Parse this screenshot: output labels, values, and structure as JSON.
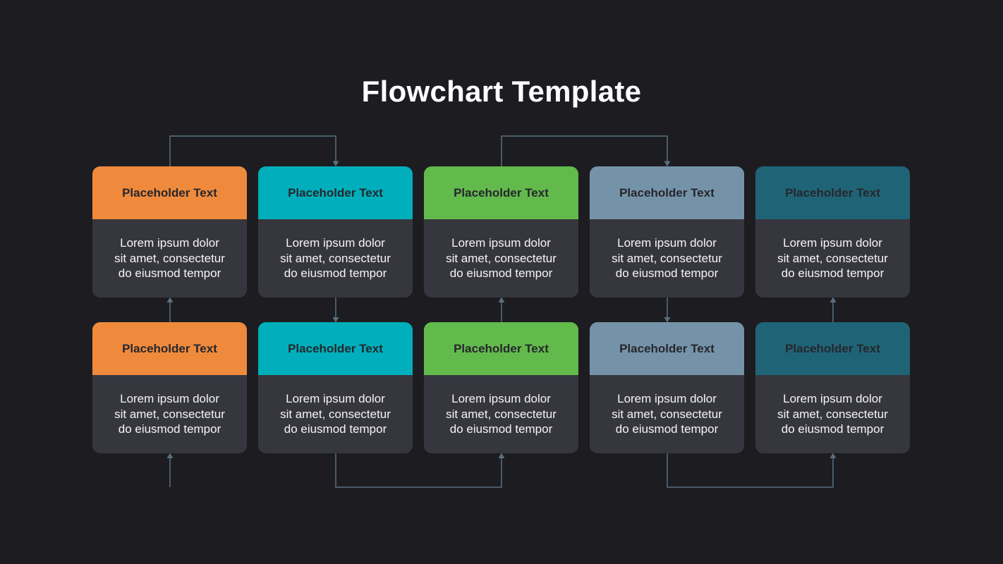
{
  "slide": {
    "title": "Flowchart Template"
  },
  "colors": {
    "background": "#1C1C21",
    "title_text": "#FFFFFF",
    "card_body_bg": "#36363E",
    "card_body_text": "#F5F5F7",
    "card_header_text": "#26262C",
    "connector": "#5A7080",
    "palette_orange": "#EF8A3D",
    "palette_teal": "#00AFBB",
    "palette_green": "#62BA4C",
    "palette_slate_blue": "#7593A8",
    "palette_dark_teal": "#1F6476"
  },
  "cards": [
    {
      "title": "Placeholder Text",
      "header_color": "#EF8A3D",
      "lines": [
        "Lorem ipsum dolor",
        "sit amet, consectetur",
        "do eiusmod tempor"
      ]
    },
    {
      "title": "Placeholder Text",
      "header_color": "#00AFBB",
      "lines": [
        "Lorem ipsum dolor",
        "sit amet, consectetur",
        "do eiusmod tempor"
      ]
    },
    {
      "title": "Placeholder Text",
      "header_color": "#62BA4C",
      "lines": [
        "Lorem ipsum dolor",
        "sit amet, consectetur",
        "do eiusmod tempor"
      ]
    },
    {
      "title": "Placeholder Text",
      "header_color": "#7593A8",
      "lines": [
        "Lorem ipsum dolor",
        "sit amet, consectetur",
        "do eiusmod tempor"
      ]
    },
    {
      "title": "Placeholder Text",
      "header_color": "#1F6476",
      "lines": [
        "Lorem ipsum dolor",
        "sit amet, consectetur",
        "do eiusmod tempor"
      ]
    },
    {
      "title": "Placeholder Text",
      "header_color": "#EF8A3D",
      "lines": [
        "Lorem ipsum dolor",
        "sit amet, consectetur",
        "do eiusmod tempor"
      ]
    },
    {
      "title": "Placeholder Text",
      "header_color": "#00AFBB",
      "lines": [
        "Lorem ipsum dolor",
        "sit amet, consectetur",
        "do eiusmod tempor"
      ]
    },
    {
      "title": "Placeholder Text",
      "header_color": "#62BA4C",
      "lines": [
        "Lorem ipsum dolor",
        "sit amet, consectetur",
        "do eiusmod tempor"
      ]
    },
    {
      "title": "Placeholder Text",
      "header_color": "#7593A8",
      "lines": [
        "Lorem ipsum dolor",
        "sit amet, consectetur",
        "do eiusmod tempor"
      ]
    },
    {
      "title": "Placeholder Text",
      "header_color": "#1F6476",
      "lines": [
        "Lorem ipsum dolor",
        "sit amet, consectetur",
        "do eiusmod tempor"
      ]
    }
  ]
}
